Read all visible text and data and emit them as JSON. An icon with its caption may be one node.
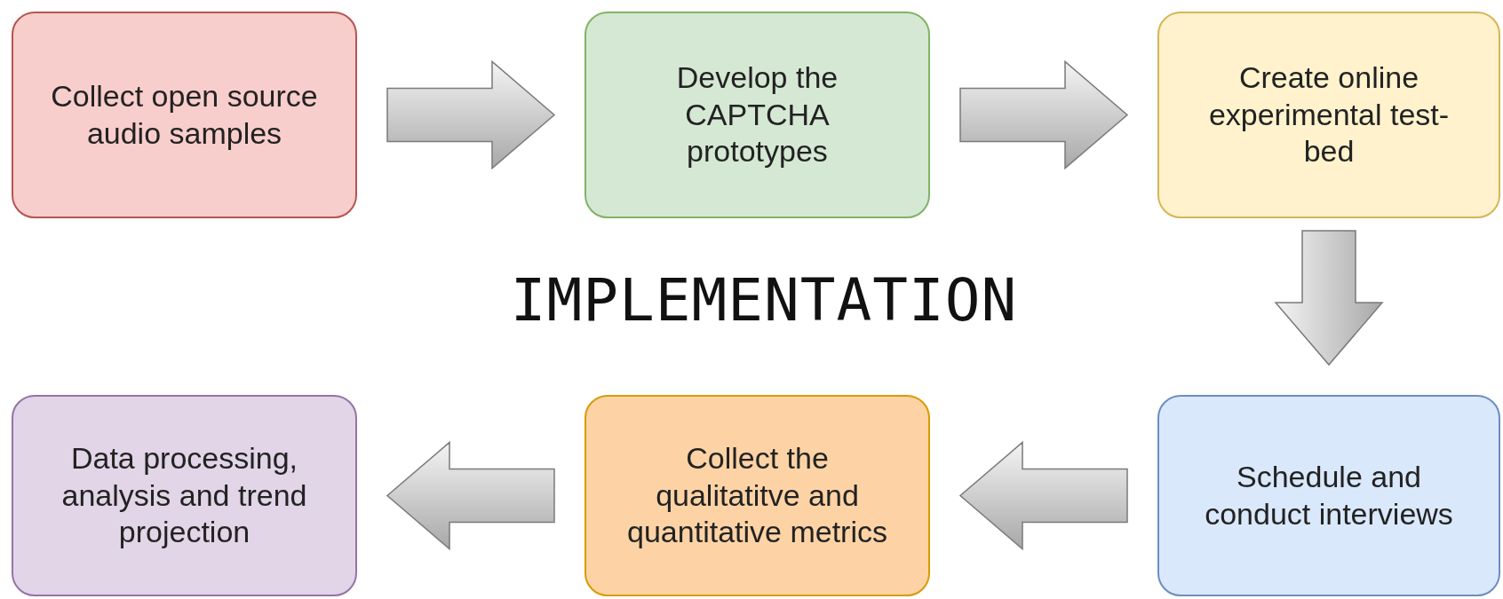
{
  "diagram": {
    "title": "IMPLEMENTATION",
    "nodes": [
      {
        "text": [
          "Collect open source audio samples"
        ]
      },
      {
        "text": [
          "Develop the CAPTCHA prototypes"
        ]
      },
      {
        "text": [
          "Create online experimental test-bed"
        ]
      },
      {
        "text": [
          "Data processing, analysis and trend projection"
        ]
      },
      {
        "text": [
          "Collect the qualitatitve and quantitative metrics"
        ]
      },
      {
        "text": [
          "Schedule and conduct interviews"
        ]
      }
    ],
    "edges": [
      {
        "from": 0,
        "to": 1,
        "arrow": "to"
      },
      {
        "from": 1,
        "to": 2,
        "arrow": "to"
      },
      {
        "from": 2,
        "to": 5,
        "arrow": "to"
      },
      {
        "from": 5,
        "to": 4,
        "arrow": "to"
      },
      {
        "from": 4,
        "to": 3,
        "arrow": "to"
      }
    ]
  }
}
